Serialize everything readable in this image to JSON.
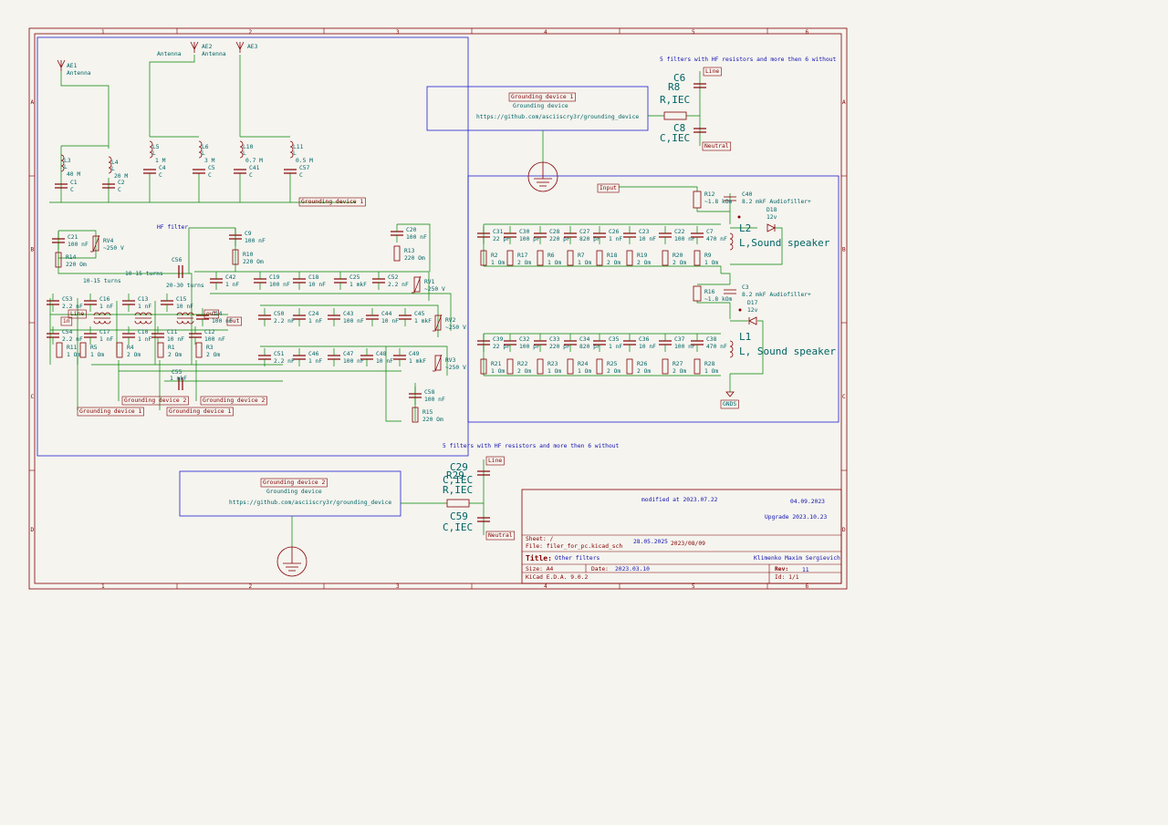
{
  "frame": {
    "columns": [
      "1",
      "2",
      "3",
      "4",
      "5",
      "6"
    ],
    "rows": [
      "A",
      "B",
      "C",
      "D"
    ]
  },
  "notes": {
    "top_right": "5 filters with HF resistors and more then 6 without",
    "bottom_middle": "5 filters with HF resistors and more then 6 without",
    "hf_filter": "HF filter",
    "turns_a": "10-15 turns",
    "turns_b": "10-15 turns",
    "turns_c": "20-30 turns"
  },
  "antennas": [
    {
      "ref": "AE1",
      "value": "Antenna"
    },
    {
      "ref": "AE2",
      "value": "Antenna"
    },
    {
      "ref": "AE3",
      "value": ""
    }
  ],
  "antenna_extra_label": "Antenna",
  "inductors": [
    {
      "ref": "L3",
      "type": "L",
      "value": "40 M"
    },
    {
      "ref": "L4",
      "type": "L",
      "value": "20 M"
    },
    {
      "ref": "L5",
      "type": "L",
      "value": "1 M"
    },
    {
      "ref": "L6",
      "type": "L",
      "value": "3 M"
    },
    {
      "ref": "L10",
      "type": "L",
      "value": "0.7 M"
    },
    {
      "ref": "L11",
      "type": "L",
      "value": "0.5 M"
    }
  ],
  "top_caps": [
    {
      "ref": "C1",
      "value": "C"
    },
    {
      "ref": "C2",
      "value": "C"
    },
    {
      "ref": "C4",
      "value": "C"
    },
    {
      "ref": "C5",
      "value": "C"
    },
    {
      "ref": "C41",
      "value": "C"
    },
    {
      "ref": "C57",
      "value": "C"
    }
  ],
  "labels": {
    "grounding_device_1": "Grounding device 1",
    "grounding_device_2": "Grounding device 2",
    "line": "Line",
    "neutral": "Neutral",
    "input": "Input",
    "in": "in",
    "line_lc": "Line",
    "out": "out",
    "gnds": "GNDS"
  },
  "ground_block_1": {
    "title": "Grounding device 1",
    "desc": "Grounding device",
    "url": "https://github.com/asciiscry3r/grounding_device",
    "refs": [
      "C6",
      "R8",
      "C8"
    ],
    "rtext": [
      "R,IEC",
      "C,IEC"
    ]
  },
  "ground_block_2": {
    "title": "Grounding device 2",
    "desc": "Grounding device",
    "url": "https://github.com/asciiscry3r/grounding_device",
    "refs": [
      "C29",
      "R29",
      "C59"
    ],
    "rtext": [
      "C,IEC",
      "R,IEC",
      "C,IEC"
    ]
  },
  "speaker_top": {
    "R12": "R12",
    "R12v": "~1.8 kOm",
    "C40": "C40",
    "C40v": "8.2 mkF Audiofiller+",
    "D18": "D18",
    "D18v": "12v",
    "L2": "L2",
    "L2v": "L,Sound speaker"
  },
  "speaker_bottom": {
    "R16": "R16",
    "R16v": "~1.8 kOm",
    "C3": "C3",
    "C3v": "8.2 mkF Audiofiller+",
    "D17": "D17",
    "D17v": "12v",
    "L1": "L1",
    "L1v": "L, Sound speaker"
  },
  "filter_row_top": {
    "caps": [
      [
        "C31",
        "22 pF"
      ],
      [
        "C30",
        "100 pF"
      ],
      [
        "C28",
        "220 pF"
      ],
      [
        "C27",
        "820 pF"
      ],
      [
        "C26",
        "1 nF"
      ],
      [
        "C23",
        "10 nF"
      ],
      [
        "C22",
        "100 nF"
      ],
      [
        "C7",
        "470 nF"
      ]
    ],
    "res": [
      [
        "R2",
        "1 Om"
      ],
      [
        "R17",
        "2 Om"
      ],
      [
        "R6",
        "1 Om"
      ],
      [
        "R7",
        "1 Om"
      ],
      [
        "R18",
        "2 Om"
      ],
      [
        "R19",
        "2 Om"
      ],
      [
        "R20",
        "2 Om"
      ],
      [
        "R9",
        "1 Om"
      ]
    ]
  },
  "filter_row_bottom": {
    "caps": [
      [
        "C39",
        "22 pF"
      ],
      [
        "C32",
        "100 pF"
      ],
      [
        "C33",
        "220 pF"
      ],
      [
        "C34",
        "820 pF"
      ],
      [
        "C35",
        "1 nF"
      ],
      [
        "C36",
        "10 nF"
      ],
      [
        "C37",
        "100 nF"
      ],
      [
        "C38",
        "470 nF"
      ]
    ],
    "res": [
      [
        "R21",
        "1 Om"
      ],
      [
        "R22",
        "2 Om"
      ],
      [
        "R23",
        "1 Om"
      ],
      [
        "R24",
        "1 Om"
      ],
      [
        "R25",
        "2 Om"
      ],
      [
        "R26",
        "2 Om"
      ],
      [
        "R27",
        "2 Om"
      ],
      [
        "R28",
        "1 Om"
      ]
    ]
  },
  "left_parts": {
    "C21": [
      "C21",
      "100 nF"
    ],
    "RV4": [
      "RV4",
      "~250 V"
    ],
    "R14": [
      "R14",
      "220 Om"
    ],
    "C9": [
      "C9",
      "100 nF"
    ],
    "R10": [
      "R10",
      "220 Om"
    ],
    "C56": [
      "C56",
      ""
    ],
    "C20": [
      "C20",
      "100 nF"
    ],
    "R13": [
      "R13",
      "220 Om"
    ],
    "C42": [
      "C42",
      "1 nF"
    ],
    "C19": [
      "C19",
      "100 nF"
    ],
    "C18": [
      "C18",
      "10 nF"
    ],
    "C25": [
      "C25",
      "1 mkF"
    ],
    "C52": [
      "C52",
      "2.2 nF"
    ],
    "RV1": [
      "RV1",
      "~250 V"
    ],
    "C50": [
      "C50",
      "2.2 nF"
    ],
    "C24": [
      "C24",
      "1 nF"
    ],
    "C43": [
      "C43",
      "100 nF"
    ],
    "C44": [
      "C44",
      "10 nF"
    ],
    "C45": [
      "C45",
      "1 mkF"
    ],
    "RV2": [
      "RV2",
      "~250 V"
    ],
    "C51": [
      "C51",
      "2.2 nF"
    ],
    "C46": [
      "C46",
      "1 nF"
    ],
    "C47": [
      "C47",
      "100 nF"
    ],
    "C48": [
      "C48",
      "10 nF"
    ],
    "C49": [
      "C49",
      "1 mkF"
    ],
    "RV3": [
      "RV3",
      "~250 V"
    ],
    "C58": [
      "C58",
      "100 nF"
    ],
    "R15": [
      "R15",
      "220 Om"
    ],
    "C53": [
      "C53",
      "2.2 nF"
    ],
    "C54": [
      "C54",
      "2.2 nF"
    ],
    "C16": [
      "C16",
      "1 nF"
    ],
    "C17": [
      "C17",
      "1 nF"
    ],
    "C13": [
      "C13",
      "1 nF"
    ],
    "C10": [
      "C10",
      "1 nF"
    ],
    "C15": [
      "C15",
      "10 nF"
    ],
    "C11": [
      "C11",
      "10 nF"
    ],
    "C14": [
      "C14",
      "100 nF"
    ],
    "C12": [
      "C12",
      "100 nF"
    ],
    "C55": [
      "C55",
      "1 mkF"
    ],
    "R11": [
      "R11",
      "1 Om"
    ],
    "R5": [
      "R5",
      "1 Om"
    ],
    "R4": [
      "R4",
      "2 Om"
    ],
    "R1": [
      "R1",
      "2 Om"
    ],
    "R3": [
      "R3",
      "2 Om"
    ]
  },
  "title_block": {
    "modified": "modified at 2023.07.22",
    "date_right": "04.09.2023",
    "upgrade": "Upgrade 2023.10.23",
    "sheet_label": "Sheet: /",
    "file_label": "File: filer_for_pc.kicad_sch",
    "d1": "28.05.2025",
    "d2": "2023/08/09",
    "title_key": "Title:",
    "title_val": "Other filters",
    "author": "Klimenko Maxim Sergievich",
    "size_label": "Size: A4",
    "date_label": "Date:",
    "date_val": "2023.03.10",
    "rev_label": "Rev:",
    "rev_val": "11",
    "tool": "KiCad E.D.A. 9.0.2",
    "id": "Id: 1/1"
  },
  "colors": {
    "frame": "#840000",
    "wire": "#008400",
    "text": "#006464",
    "block": "#2020d0",
    "note": "#1010b0",
    "bg": "#f5f4ef"
  }
}
